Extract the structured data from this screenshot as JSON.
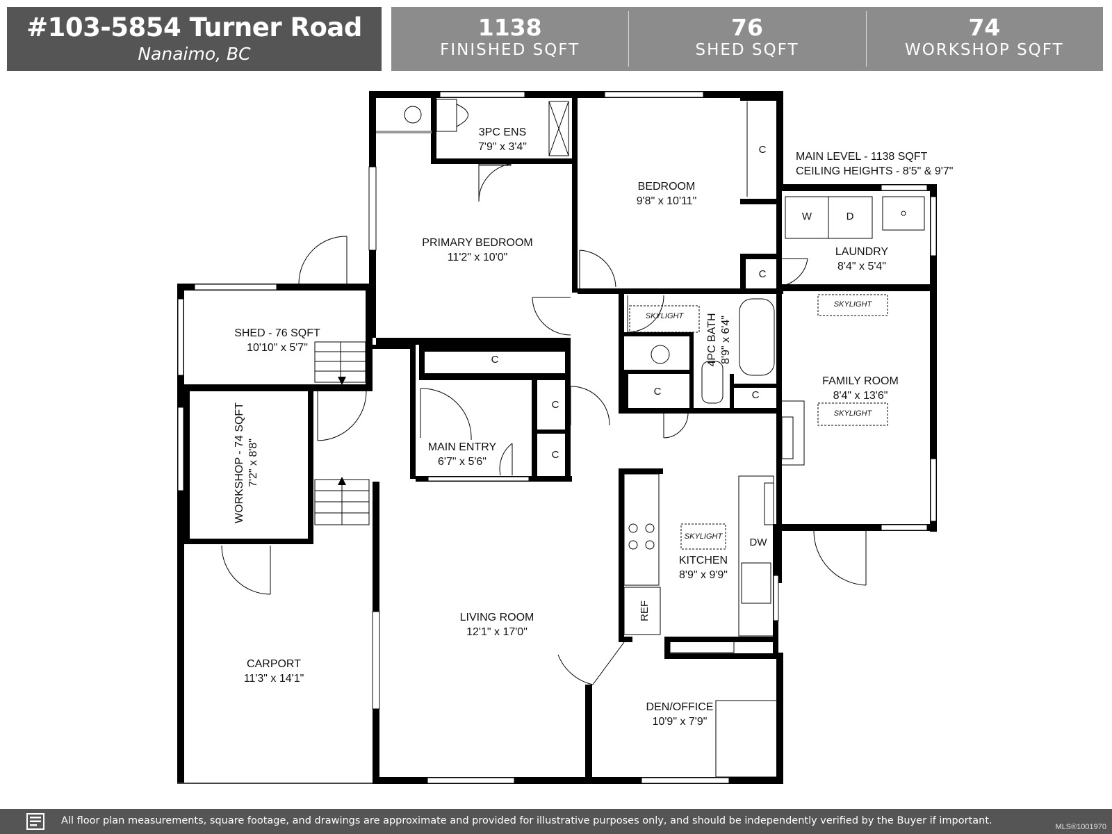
{
  "header": {
    "address": "#103-5854 Turner Road",
    "city": "Nanaimo, BC",
    "stats": [
      {
        "value": "1138",
        "label": "FINISHED SQFT"
      },
      {
        "value": "76",
        "label": "SHED SQFT"
      },
      {
        "value": "74",
        "label": "WORKSHOP SQFT"
      }
    ]
  },
  "level_note": {
    "line1": "MAIN LEVEL - 1138 SQFT",
    "line2": "CEILING HEIGHTS - 8'5\" & 9'7\""
  },
  "rooms": {
    "ensuite": {
      "name": "3PC ENS",
      "dims": "7'9\" x 3'4\""
    },
    "bedroom": {
      "name": "BEDROOM",
      "dims": "9'8\" x 10'11\""
    },
    "primary": {
      "name": "PRIMARY BEDROOM",
      "dims": "11'2\" x 10'0\""
    },
    "laundry": {
      "name": "LAUNDRY",
      "dims": "8'4\" x 5'4\""
    },
    "shed": {
      "name": "SHED - 76 SQFT",
      "dims": "10'10\" x 5'7\""
    },
    "bath4": {
      "name": "4PC BATH",
      "dims": "8'9\" x 6'4\""
    },
    "family": {
      "name": "FAMILY ROOM",
      "dims": "8'4\" x 13'6\""
    },
    "entry": {
      "name": "MAIN ENTRY",
      "dims": "6'7\" x 5'6\""
    },
    "workshop": {
      "name": "WORKSHOP - 74 SQFT",
      "dims": "7'2\" x 8'8\""
    },
    "kitchen": {
      "name": "KITCHEN",
      "dims": "8'9\" x 9'9\""
    },
    "living": {
      "name": "LIVING ROOM",
      "dims": "12'1\" x 17'0\""
    },
    "carport": {
      "name": "CARPORT",
      "dims": "11'3\" x 14'1\""
    },
    "den": {
      "name": "DEN/OFFICE",
      "dims": "10'9\" x 7'9\""
    }
  },
  "labels": {
    "closet": "C",
    "washer": "W",
    "dryer": "D",
    "dishwasher": "DW",
    "fridge": "REF",
    "skylight": "SKYLIGHT"
  },
  "footer": {
    "disclaimer": "All floor plan measurements, square footage, and drawings are approximate and provided for illustrative purposes only, and should be independently verified by the Buyer if important.",
    "mls": "MLS®1001970"
  },
  "colors": {
    "header_dark": "#555555",
    "header_light": "#8c8c8c",
    "wall": "#000000"
  },
  "icons": [
    "document-icon"
  ]
}
